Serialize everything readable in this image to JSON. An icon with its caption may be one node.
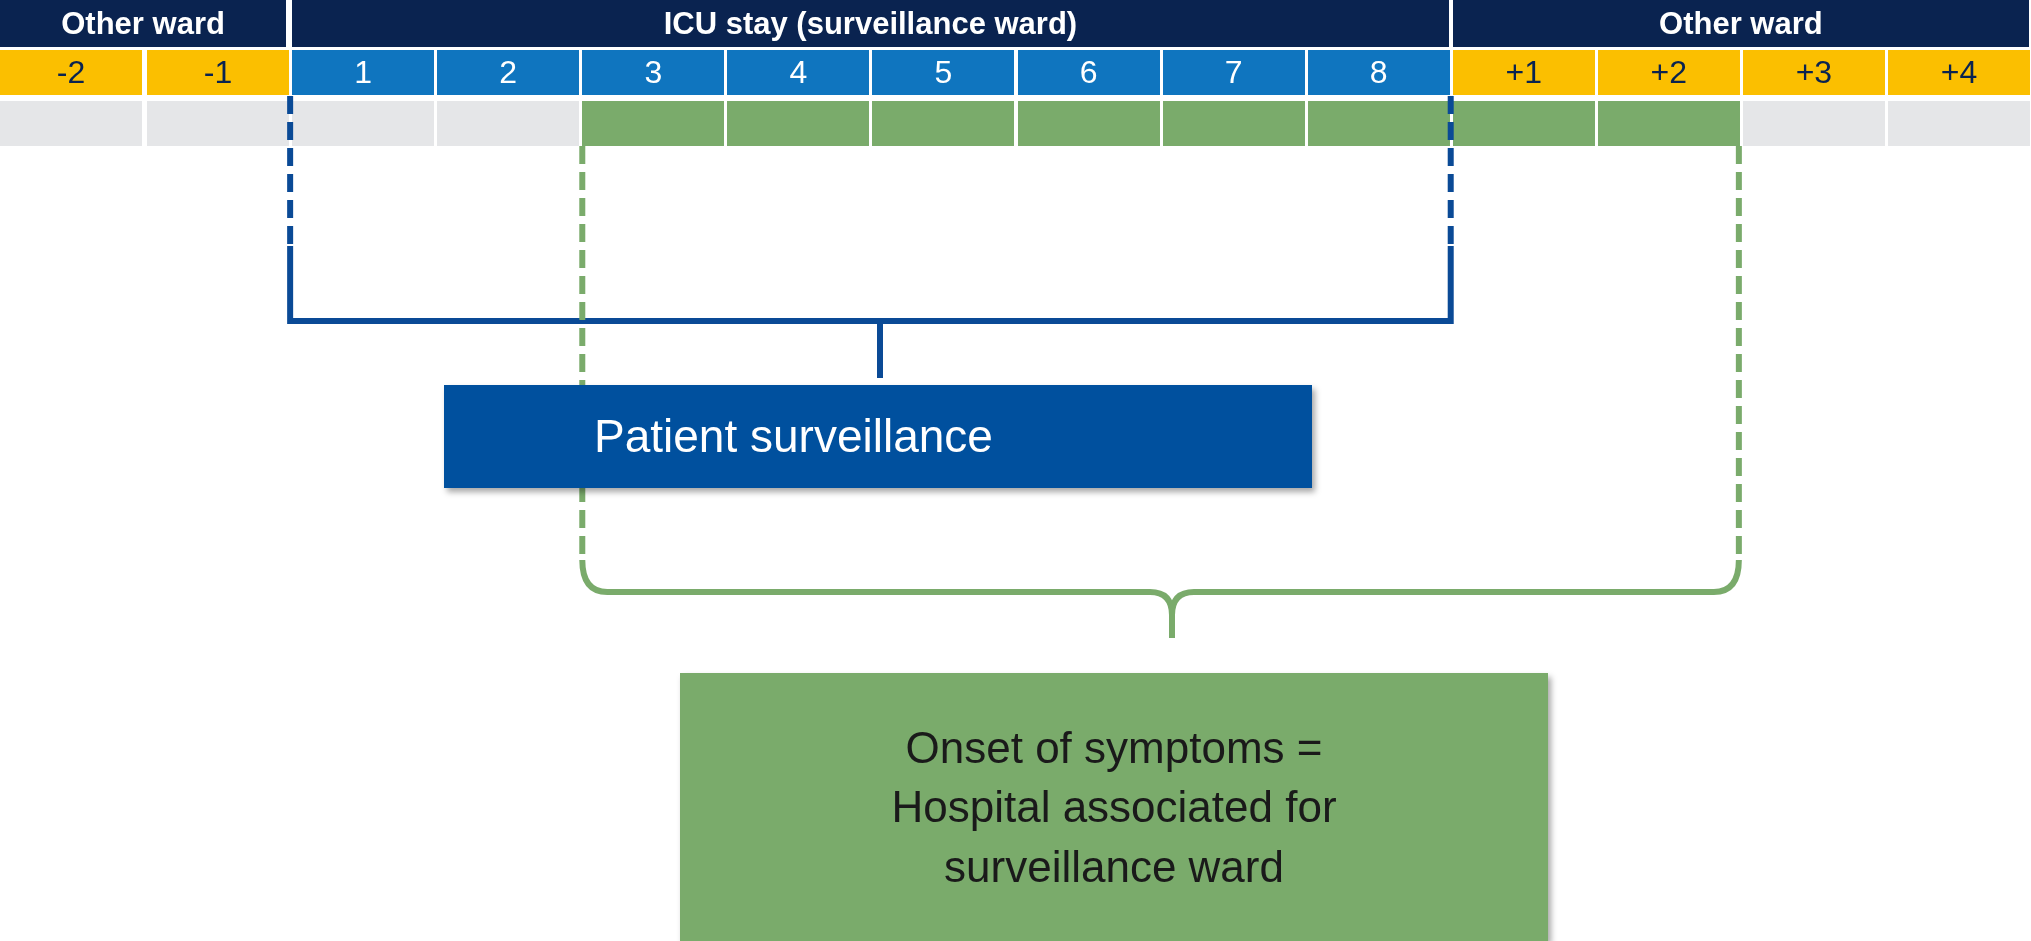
{
  "diagram": {
    "nodes": [
      {
        "text": [
          "Patient surveillance"
        ]
      },
      {
        "text": [
          "Onset of symptoms = Hospital associated for surveillance ward"
        ]
      }
    ],
    "labels": [
      "Other ward",
      "ICU stay (surveillance ward)",
      "Other ward",
      "-2",
      "-1",
      "1",
      "2",
      "3",
      "4",
      "5",
      "6",
      "7",
      "8",
      "+1",
      "+2",
      "+3",
      "+4"
    ]
  }
}
